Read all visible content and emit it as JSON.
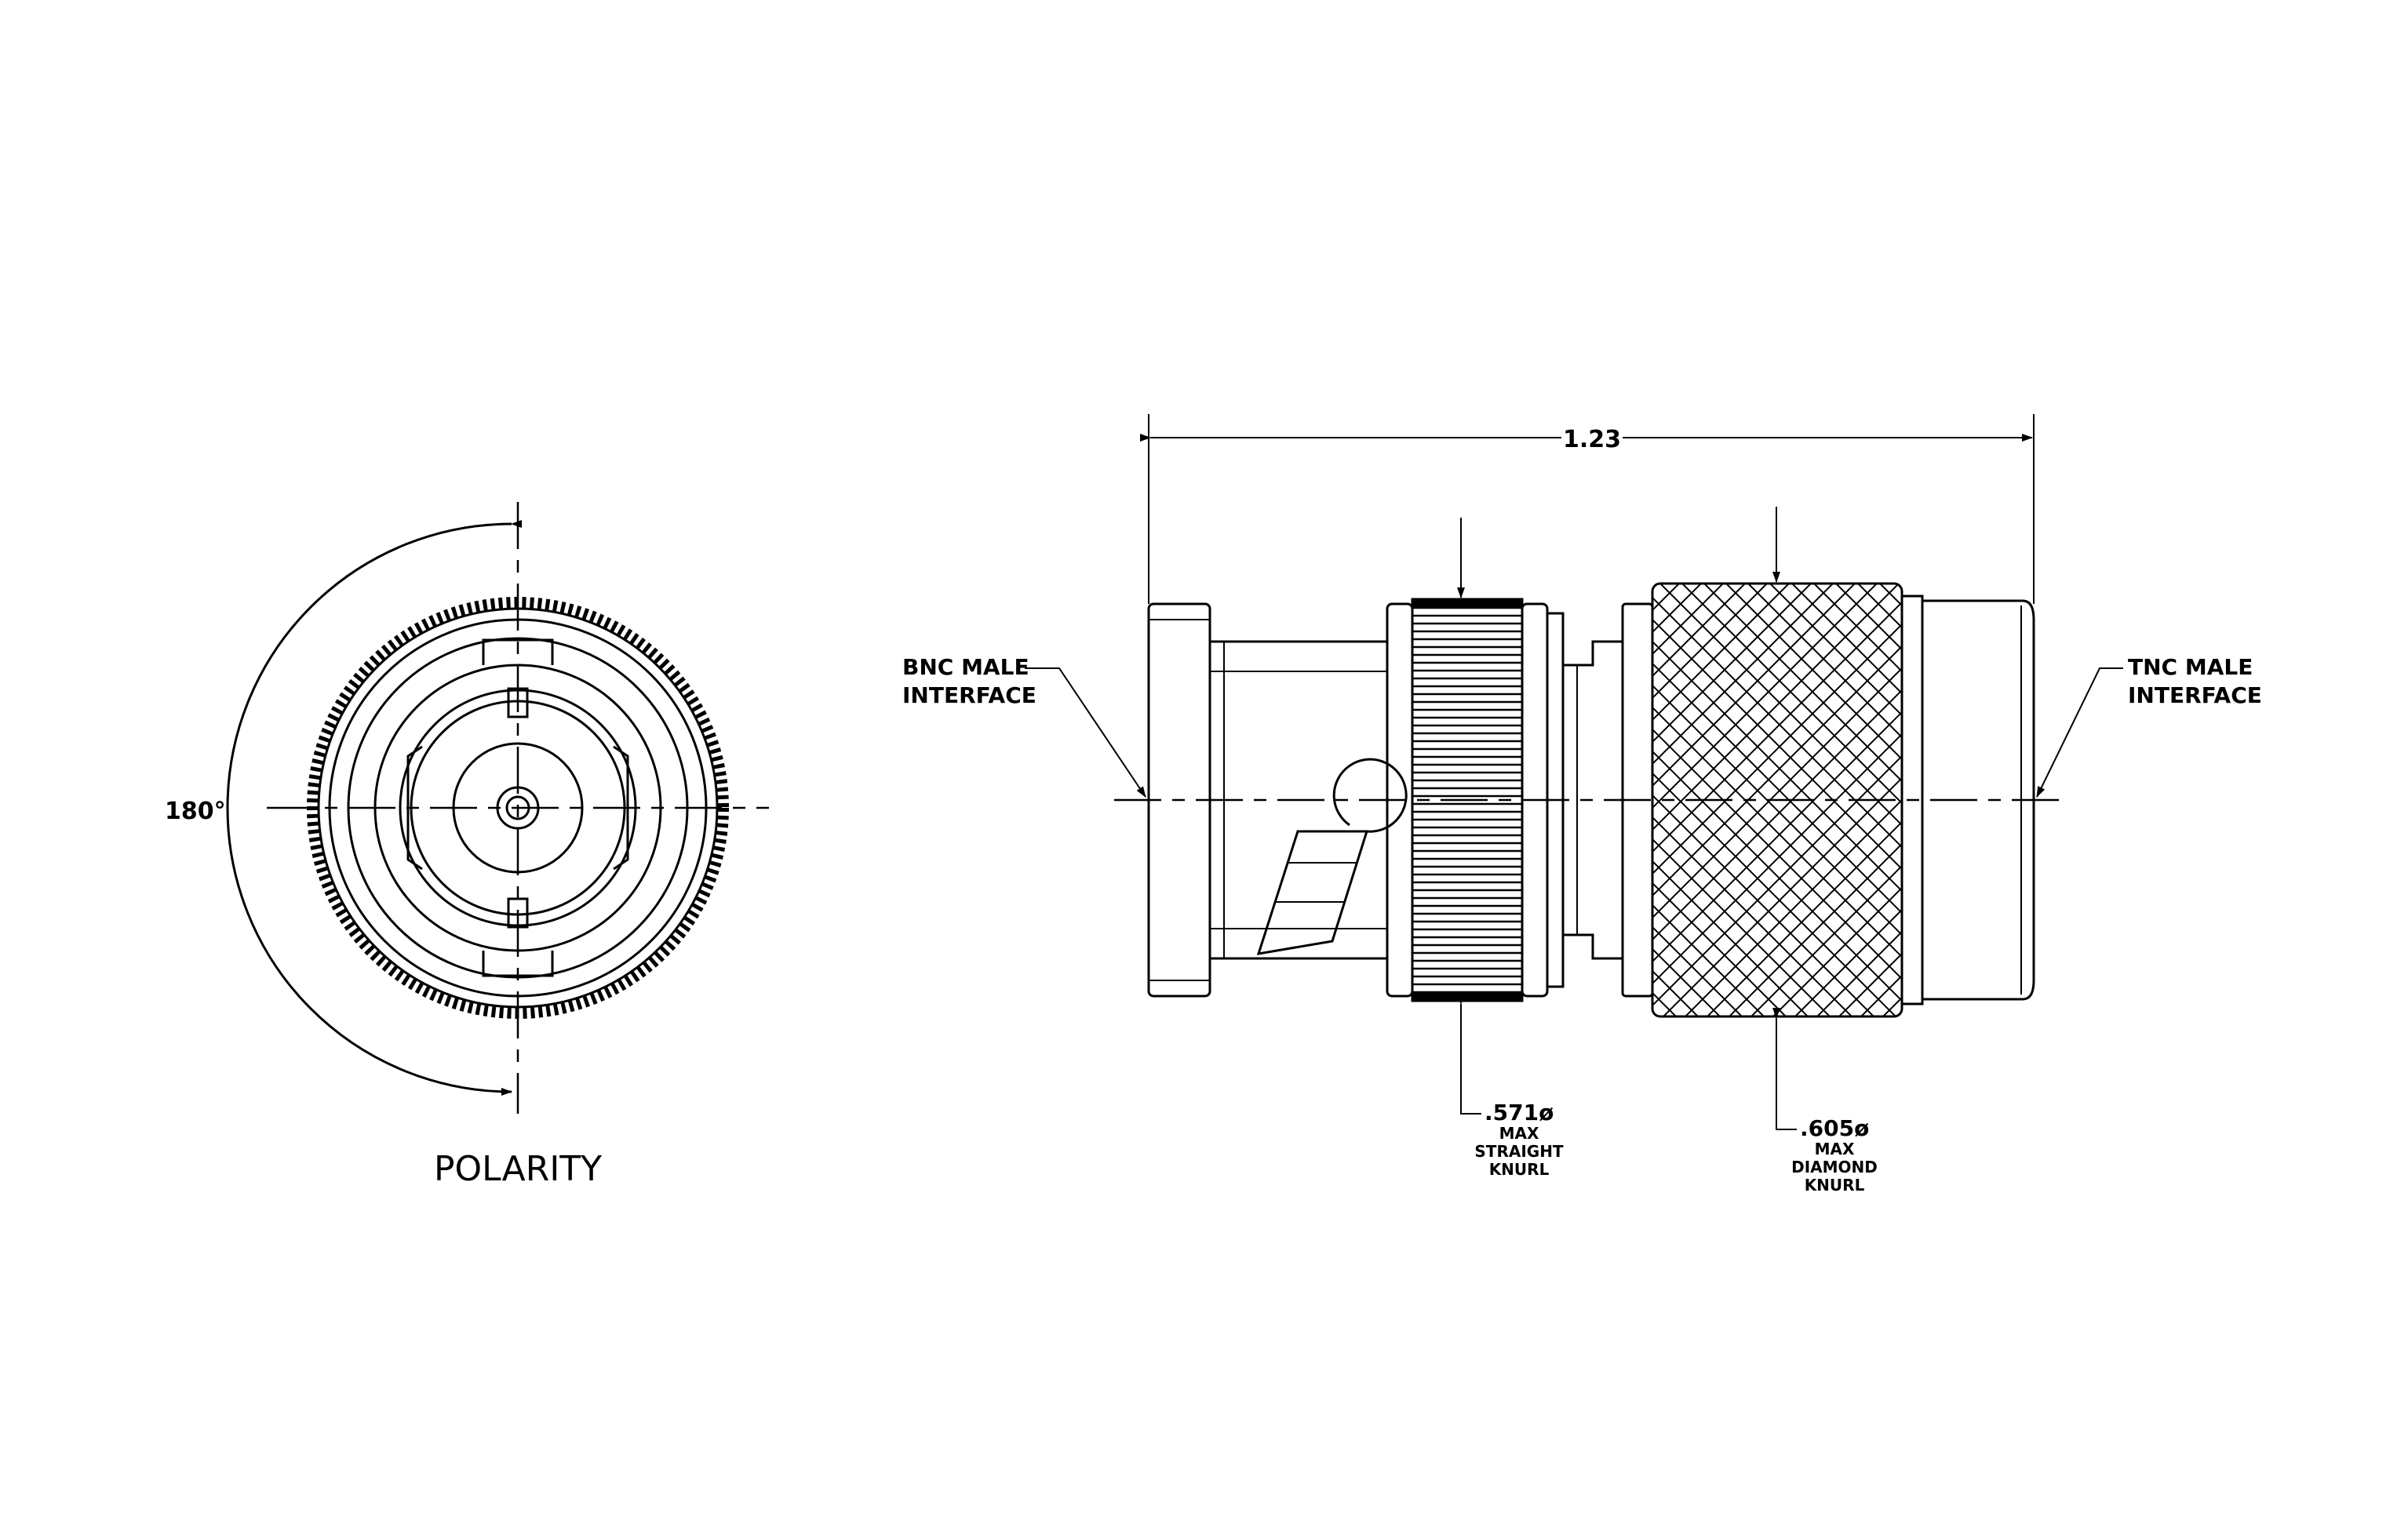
{
  "colors": {
    "line": "#000000",
    "background": "#ffffff"
  },
  "end_view": {
    "caption": "POLARITY",
    "angle_label": "180°"
  },
  "side_view": {
    "overall_length": "1.23",
    "left_interface": [
      "BNC MALE",
      "INTERFACE"
    ],
    "right_interface": [
      "TNC MALE",
      "INTERFACE"
    ],
    "straight_knurl": {
      "dia": ".571ø",
      "lines": [
        "MAX",
        "STRAIGHT",
        "KNURL"
      ]
    },
    "diamond_knurl": {
      "dia": ".605ø",
      "lines": [
        "MAX",
        "DIAMOND",
        "KNURL"
      ]
    }
  }
}
